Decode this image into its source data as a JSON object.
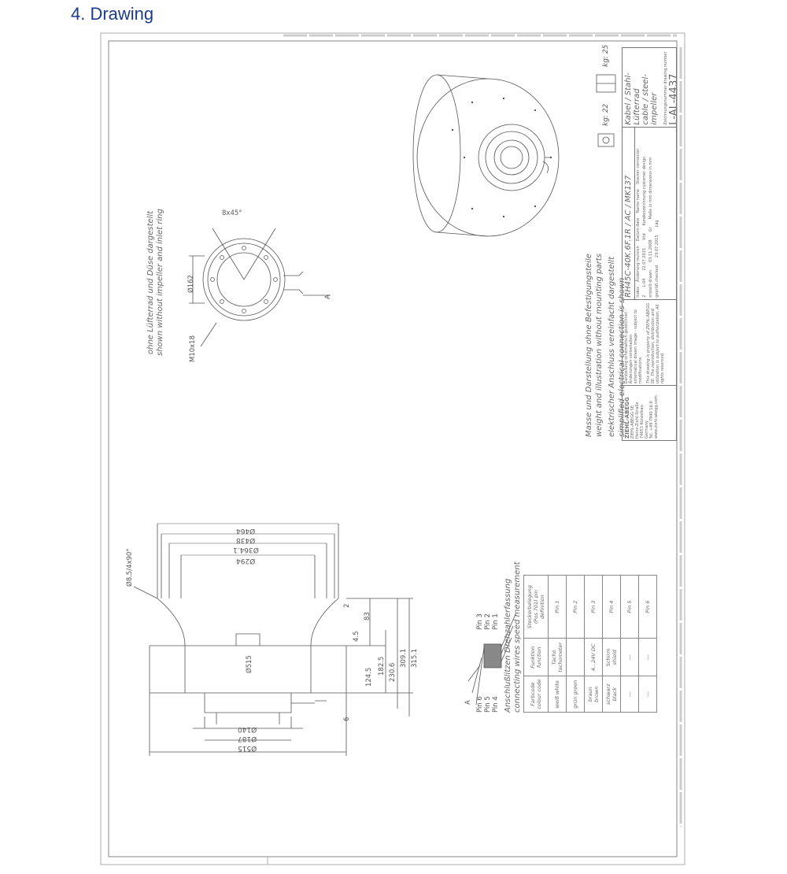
{
  "section_title": "4. Drawing",
  "inlet_view": {
    "note_de": "ohne Lüfterrad und Düse dargestellt",
    "note_en": "shown without impeller and inlet ring",
    "bolt_pattern": "8x45°",
    "diameter": "Ø162",
    "thread": "M10x18",
    "view_label": "A"
  },
  "notes": {
    "weight_de": "Masse und Darstellung ohne Befestigungsteile",
    "weight_en": "weight and illustration without mounting parts",
    "electrical_de": "elektrischer Anschluss vereinfacht dargestellt",
    "electrical_en": "simplified electrical connection is shown"
  },
  "weights": {
    "label": "kg",
    "value_1": ": 22",
    "value_2": ": 25"
  },
  "title_block": {
    "company": "ZIEHL-ABEGG",
    "address": [
      "ZIEHL-ABEGG SE",
      "Heinz-Ziehl-Straße",
      "74653 Künzelsau",
      "Germany",
      "Tel. +49 7940 16-0",
      "www.ziehl-abegg.com"
    ],
    "disclaimer_de": "Darstellung schematisch gezeichnet - Änderungen vorbehalten",
    "disclaimer_en": "schematical drawn image - subject to modifications",
    "property": "This drawing is property of ZIEHL-ABEGG SE. The reproduction, distribution and utilization is subject to authorization. All rights reserved.",
    "designation": "RH45C-40K.6F.1R / AC / MK137",
    "rev_headers": [
      "Index",
      "Änderung revision",
      "Datum date",
      "Name name"
    ],
    "rev_row": [
      "2",
      "L-04",
      "22.07.2015",
      "Vtd"
    ],
    "created": [
      "erstellt drawn",
      "03.11.2008",
      "Gr"
    ],
    "checked": [
      "geprüft checked",
      "23.07.2015",
      "Läg"
    ],
    "connector": "Stecker connector",
    "customer_drawing": "Kundenzeichnung customer design",
    "dimensions": "Maße in mm dimensions in mm",
    "type_de": "Kabel / Stahl-Lüfterrad",
    "type_en": "cable / steel-impeller",
    "drawing_number_label": "Zeichnungsnummer drawing number",
    "drawing_number": "L-AL-4437"
  },
  "side_view": {
    "top_diameters": [
      "Ø464",
      "Ø438",
      "Ø364.1",
      "Ø294"
    ],
    "hole_spec": "Ø8.5/4x90°",
    "center_diameter": "Ø515",
    "bottom_diameters": [
      "Ø140",
      "Ø187",
      "Ø515"
    ],
    "heights": [
      "2",
      "83",
      "4.5",
      "124.5",
      "182.5",
      "230.6",
      "309.1",
      "315.1",
      "6"
    ]
  },
  "connector_view": {
    "label": "A",
    "pins_left": [
      "Pin 6",
      "Pin 5",
      "Pin 4"
    ],
    "pins_right": [
      "Pin 3",
      "Pin 2",
      "Pin 1"
    ]
  },
  "wires_table": {
    "title_de": "Anschlußlitzen Drehzahlerfassung",
    "title_en": "connecting wires speed measurement",
    "headers": [
      "Farbcode colour code",
      "Funktion function",
      "Steckerbelegung (Pos.701) pin definition"
    ],
    "rows": [
      [
        "weiß white",
        "Tacho tachometer",
        "Pin 1"
      ],
      [
        "grün green",
        "",
        "Pin 2"
      ],
      [
        "braun brown",
        "4...24V DC",
        "Pin 3"
      ],
      [
        "schwarz black",
        "Schirm shield",
        "Pin 4"
      ],
      [
        "---",
        "---",
        "Pin 5"
      ],
      [
        "---",
        "---",
        "Pin 6"
      ]
    ]
  }
}
